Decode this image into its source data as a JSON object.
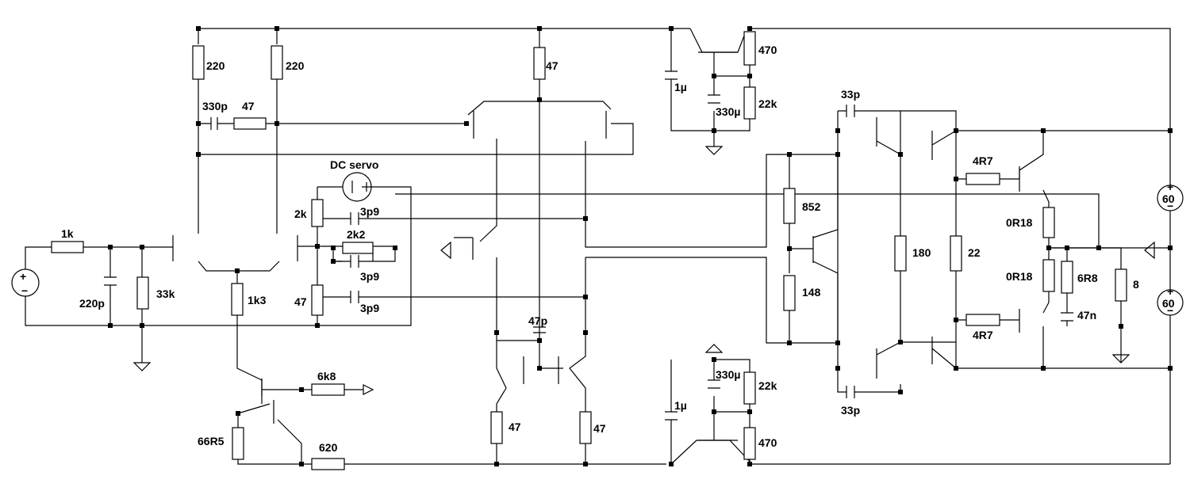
{
  "schematic": {
    "title": "DC servo",
    "input": {
      "res_1k": "1k",
      "cap_220p": "220p",
      "res_33k": "33k"
    },
    "diff_pair": {
      "res_220_left": "220",
      "res_220_right": "220",
      "cap_330p": "330p",
      "res_47_comp": "47",
      "res_1k3": "1k3"
    },
    "feedback": {
      "res_2k": "2k",
      "res_2k2": "2k2",
      "res_47": "47",
      "cap_3p9_a": "3p9",
      "cap_3p9_b": "3p9",
      "cap_3p9_c": "3p9"
    },
    "current_source": {
      "res_6k8": "6k8",
      "res_66R5": "66R5",
      "res_620": "620"
    },
    "vas": {
      "res_47_top": "47",
      "cap_47p": "47p",
      "res_47_bl": "47",
      "res_47_br": "47"
    },
    "supply_filter": {
      "cap_1u_top": "1µ",
      "cap_330u_top": "330µ",
      "res_470_top": "470",
      "res_22k_top": "22k",
      "cap_1u_bot": "1µ",
      "cap_330u_bot": "330µ",
      "res_470_bot": "470",
      "res_22k_bot": "22k"
    },
    "bias": {
      "res_852": "852",
      "res_148": "148"
    },
    "output": {
      "cap_33p_top": "33p",
      "cap_33p_bot": "33p",
      "res_180": "180",
      "res_22": "22",
      "res_4R7_top": "4R7",
      "res_4R7_bot": "4R7",
      "res_0R18_top": "0R18",
      "res_0R18_bot": "0R18",
      "res_6R8": "6R8",
      "cap_47n": "47n",
      "load_8": "8"
    },
    "supplies": {
      "v_top": "60",
      "v_bot": "60"
    }
  }
}
